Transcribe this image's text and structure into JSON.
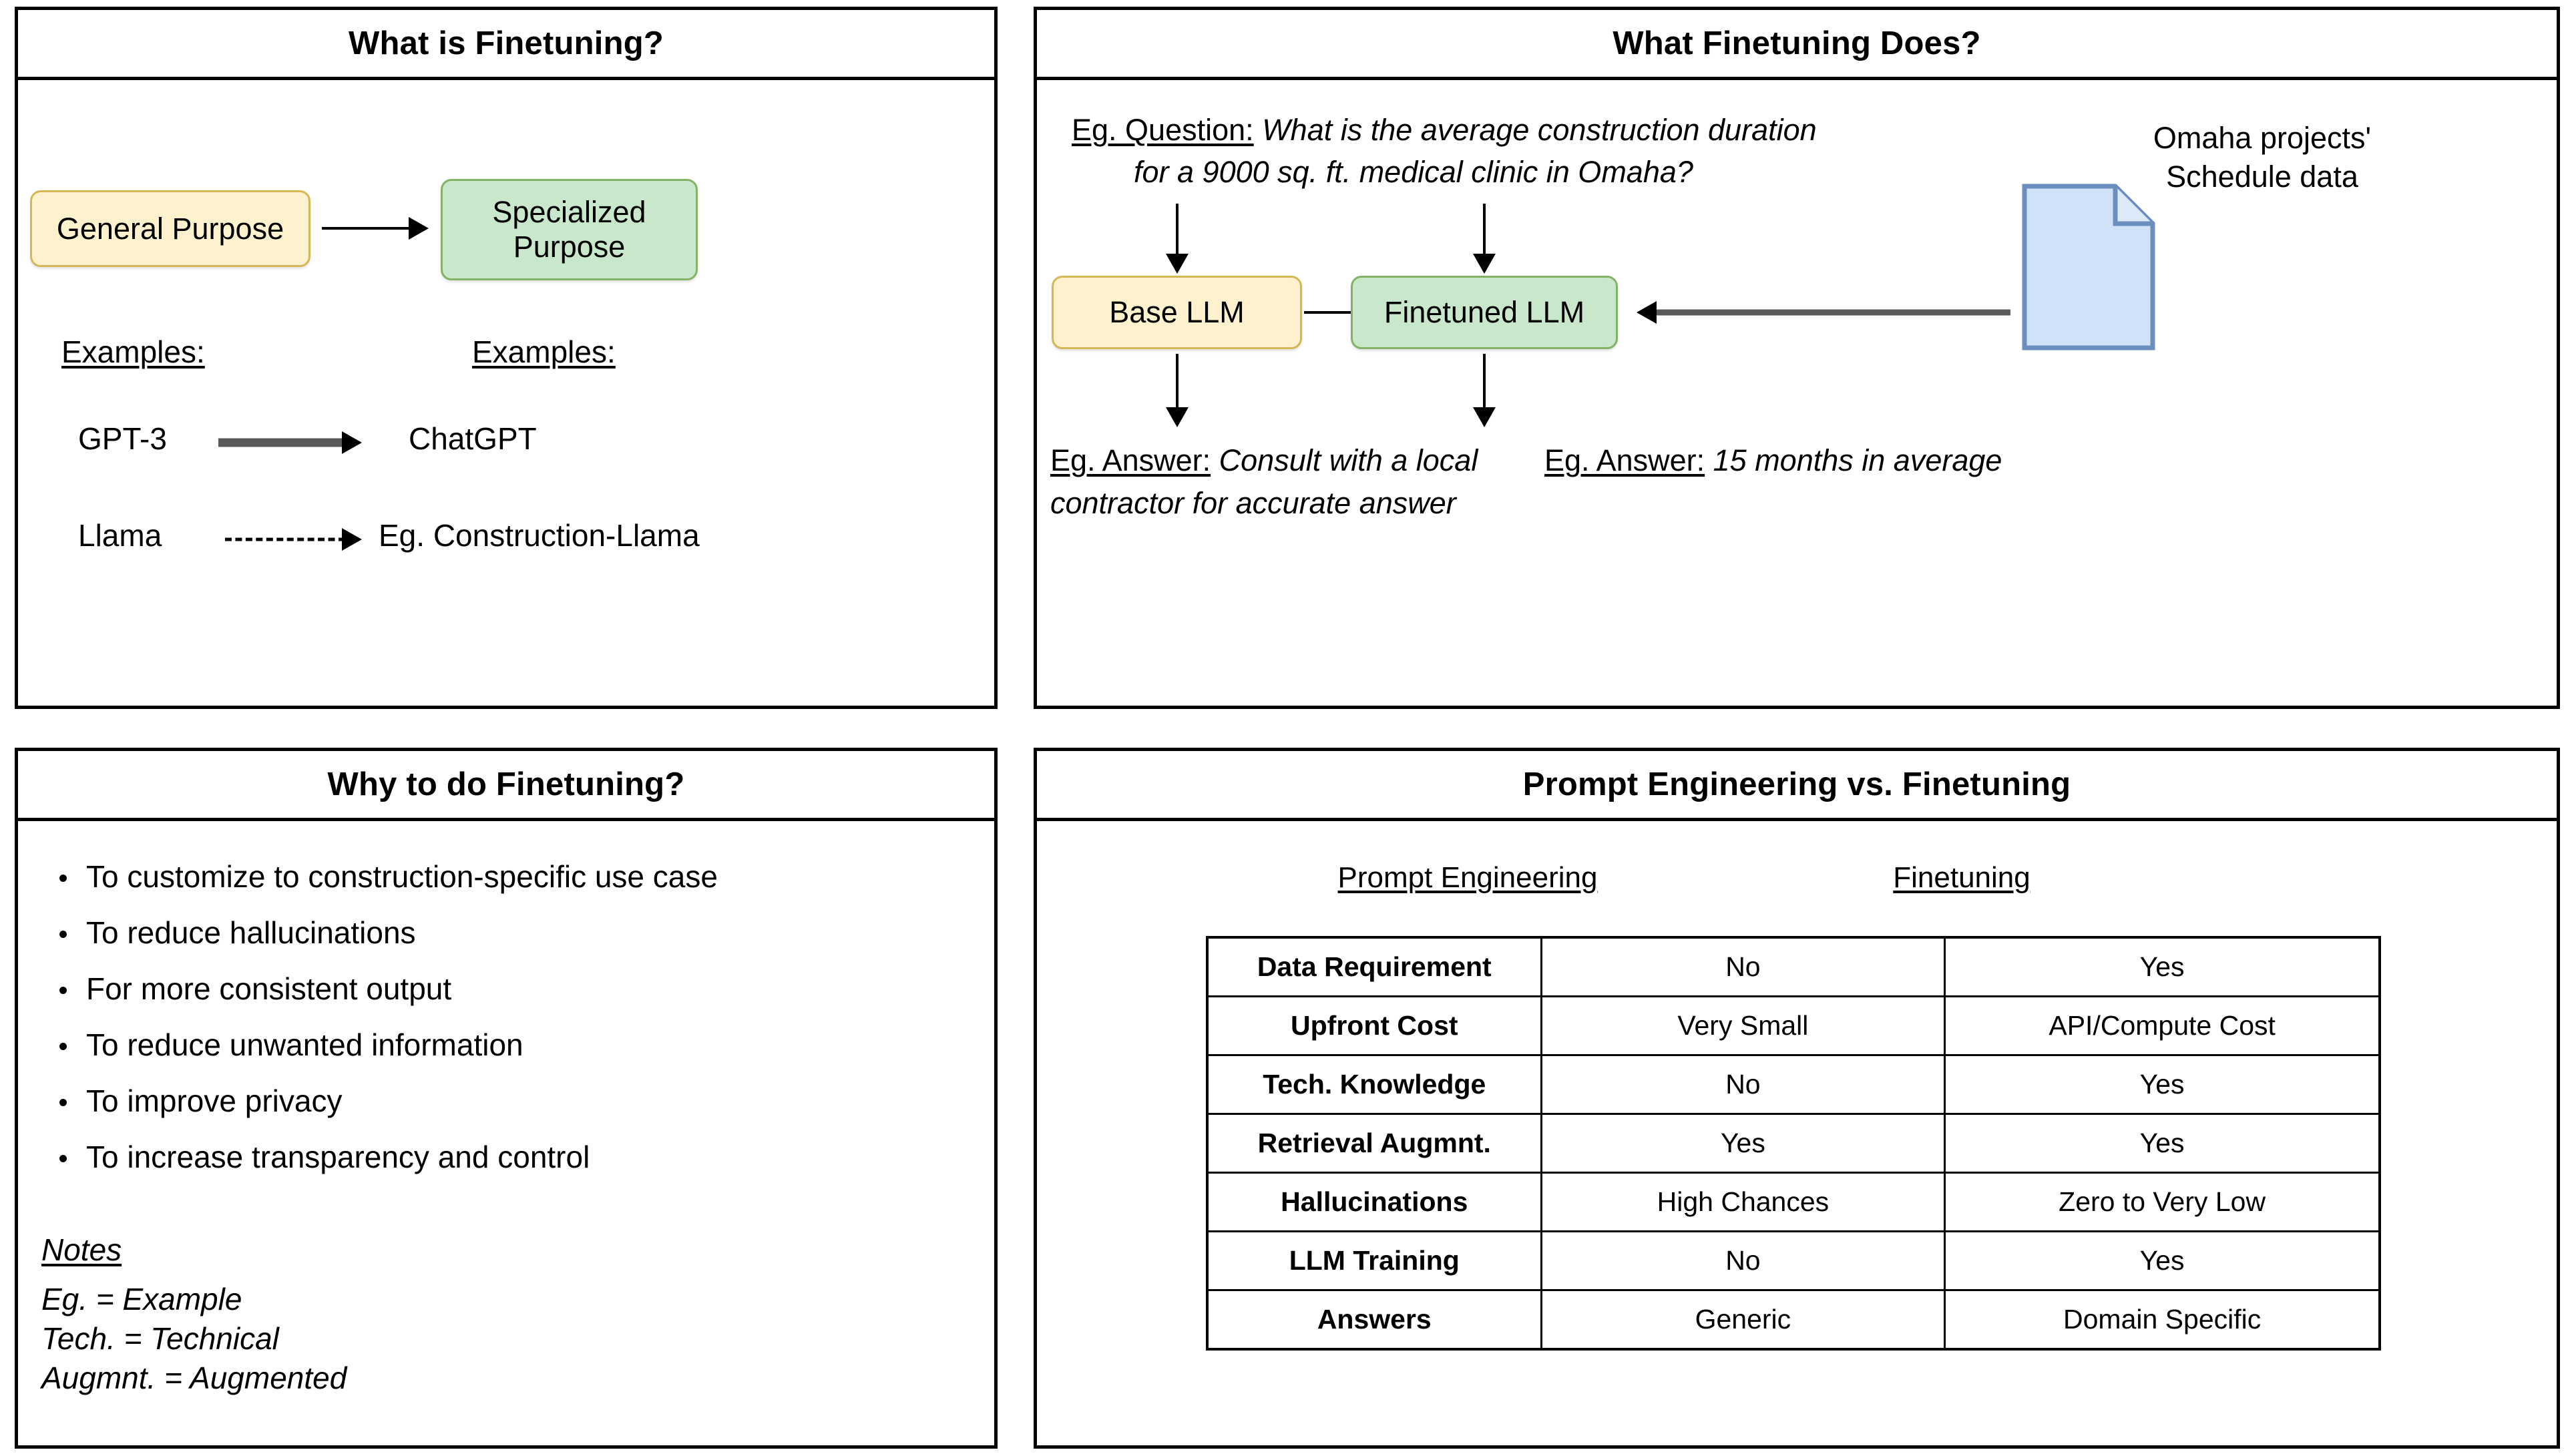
{
  "panels": {
    "what_is": {
      "title": "What is Finetuning?",
      "box_general": "General Purpose",
      "box_specialized": "Specialized\nPurpose",
      "examples_left_label": "Examples:",
      "examples_right_label": "Examples:",
      "row1_left": "GPT-3",
      "row1_right": "ChatGPT",
      "row2_left": "Llama",
      "row2_right": "Eg. Construction-Llama",
      "arrow_main": "solid-arrow-right",
      "arrow_row1": "solid-arrow-right",
      "arrow_row2": "dashed-arrow-right"
    },
    "what_does": {
      "title": "What  Finetuning Does?",
      "question_label": "Eg. Question:",
      "question_line1": "What is the average construction duration",
      "question_line2": "for a 9000 sq. ft. medical clinic in Omaha?",
      "box_base": "Base LLM",
      "box_finetuned": "Finetuned LLM",
      "doc_label_line1": "Omaha projects'",
      "doc_label_line2": "Schedule data",
      "doc_icon": "document-page-icon",
      "answer_left_label": "Eg. Answer:",
      "answer_left_line1": "Consult with a local",
      "answer_left_line2": "contractor for accurate answer",
      "answer_right_label": "Eg. Answer:",
      "answer_right_text": "15 months in average"
    },
    "why": {
      "title": "Why to do Finetuning?",
      "bullets": [
        "To customize to construction-specific use case",
        "To reduce hallucinations",
        "For more consistent output",
        "To reduce unwanted information",
        "To improve privacy",
        "To increase transparency and control"
      ],
      "notes_title": "Notes",
      "notes": [
        "Eg. = Example",
        "Tech. = Technical",
        "Augmnt. = Augmented"
      ]
    },
    "compare": {
      "title": "Prompt Engineering vs. Finetuning",
      "col_header_1": "Prompt Engineering",
      "col_header_2": "Finetuning",
      "rows": [
        {
          "label": "Data Requirement",
          "prompt": "No",
          "finetune": "Yes"
        },
        {
          "label": "Upfront Cost",
          "prompt": "Very Small",
          "finetune": "API/Compute Cost"
        },
        {
          "label": "Tech. Knowledge",
          "prompt": "No",
          "finetune": "Yes"
        },
        {
          "label": "Retrieval Augmnt.",
          "prompt": "Yes",
          "finetune": "Yes"
        },
        {
          "label": "Hallucinations",
          "prompt": "High Chances",
          "finetune": "Zero to Very Low"
        },
        {
          "label": "LLM Training",
          "prompt": "No",
          "finetune": "Yes"
        },
        {
          "label": "Answers",
          "prompt": "Generic",
          "finetune": "Domain Specific"
        }
      ]
    }
  },
  "colors": {
    "yellow_fill": "#fdf2cd",
    "yellow_stroke": "#d6b656",
    "green_fill": "#c9e7ca",
    "green_stroke": "#82b366",
    "doc_fill": "#cfe2f7",
    "doc_stroke": "#6c8ebf",
    "border": "#000000",
    "background": "#ffffff"
  }
}
